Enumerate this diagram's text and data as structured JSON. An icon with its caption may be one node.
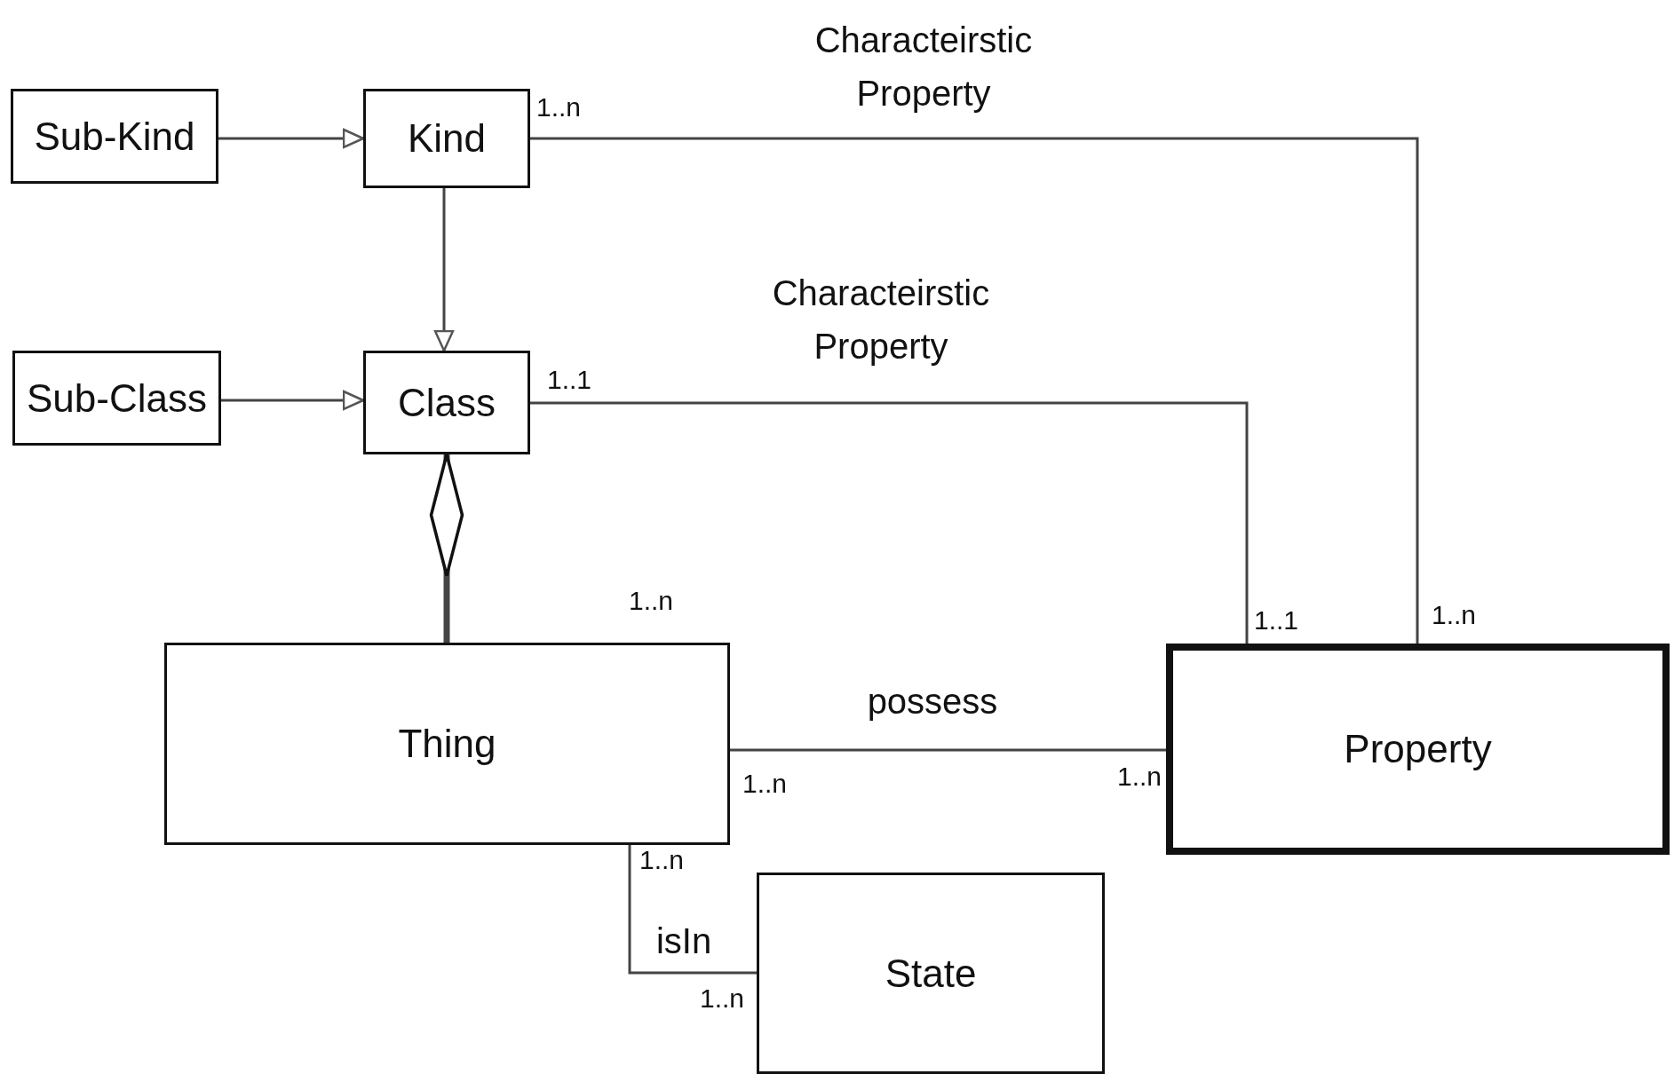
{
  "diagram": {
    "nodes": [
      {
        "text": [
          "Sub-Kind"
        ]
      },
      {
        "text": [
          "Kind"
        ]
      },
      {
        "text": [
          "Sub-Class"
        ]
      },
      {
        "text": [
          "Class"
        ]
      },
      {
        "text": [
          "Thing"
        ]
      },
      {
        "text": [
          "Property"
        ]
      },
      {
        "text": [
          "State"
        ]
      }
    ],
    "edges": [
      {
        "from": 0,
        "to": 1,
        "arrow": "to"
      },
      {
        "from": 1,
        "to": 3,
        "arrow": "to"
      },
      {
        "from": 2,
        "to": 3,
        "arrow": "to"
      },
      {
        "from": 4,
        "to": 3,
        "arrow": "other",
        "style": "thick"
      },
      {
        "from": 1,
        "to": 5,
        "arrow": "none",
        "label": "Characteirstic Property"
      },
      {
        "from": 3,
        "to": 5,
        "arrow": "none",
        "label": "Characteirstic Property"
      },
      {
        "from": 4,
        "to": 5,
        "arrow": "none",
        "label": "possess"
      },
      {
        "from": 4,
        "to": 6,
        "arrow": "none",
        "label": "isIn"
      }
    ],
    "labels": [
      "1..n",
      "1..1",
      "1..n",
      "1..n",
      "1..1",
      "1..n",
      "1..n",
      "1..n",
      "1..n"
    ]
  }
}
